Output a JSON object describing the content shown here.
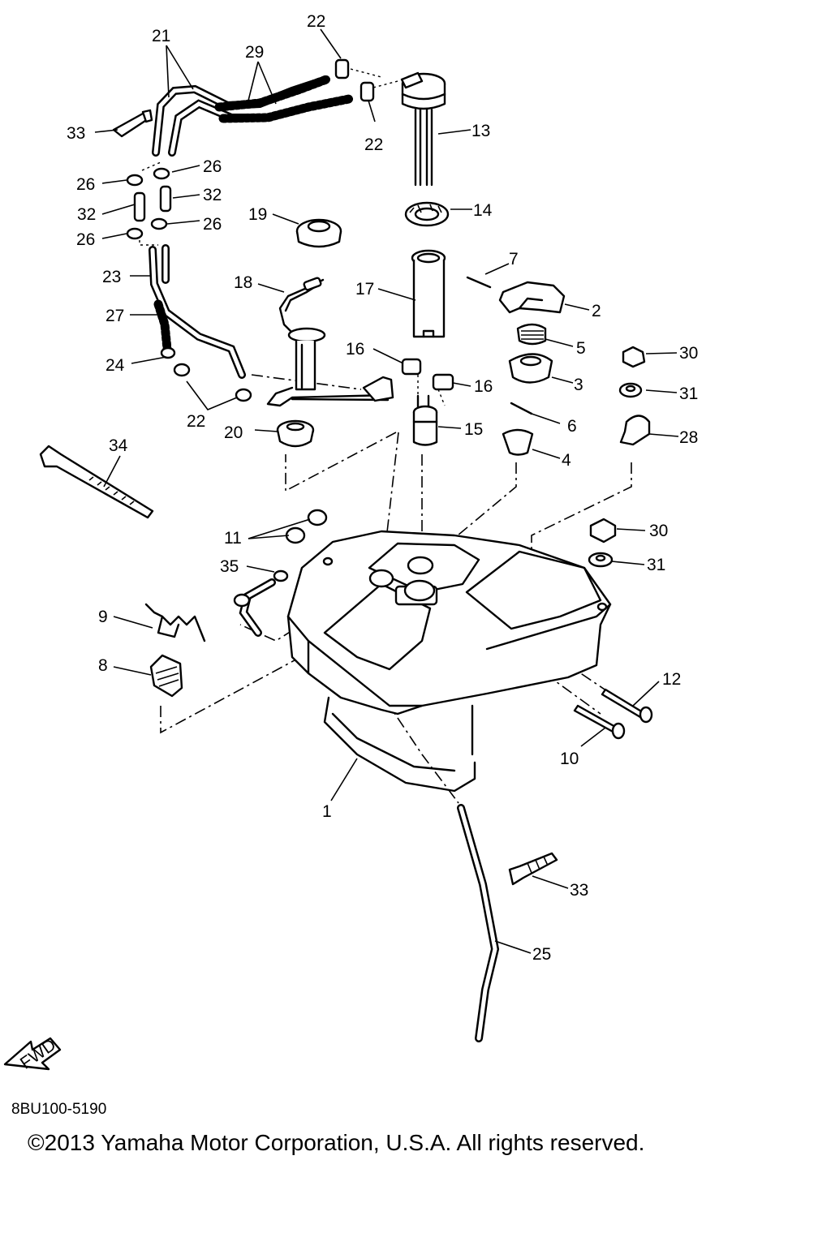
{
  "callouts": {
    "c1": "1",
    "c2": "2",
    "c3": "3",
    "c4": "4",
    "c5": "5",
    "c6": "6",
    "c7": "7",
    "c8": "8",
    "c9": "9",
    "c10": "10",
    "c11": "11",
    "c12": "12",
    "c13": "13",
    "c14": "14",
    "c15": "15",
    "c16": "16",
    "c17": "17",
    "c18": "18",
    "c19": "19",
    "c20": "20",
    "c21": "21",
    "c22": "22",
    "c23": "23",
    "c24": "24",
    "c25": "25",
    "c26": "26",
    "c27": "27",
    "c28": "28",
    "c29": "29",
    "c30": "30",
    "c31": "31",
    "c32": "32",
    "c33": "33",
    "c34": "34",
    "c35": "35"
  },
  "fwd_label": "FWD",
  "ref_code": "8BU100-5190",
  "copyright": "©2013 Yamaha Motor Corporation, U.S.A. All rights reserved."
}
